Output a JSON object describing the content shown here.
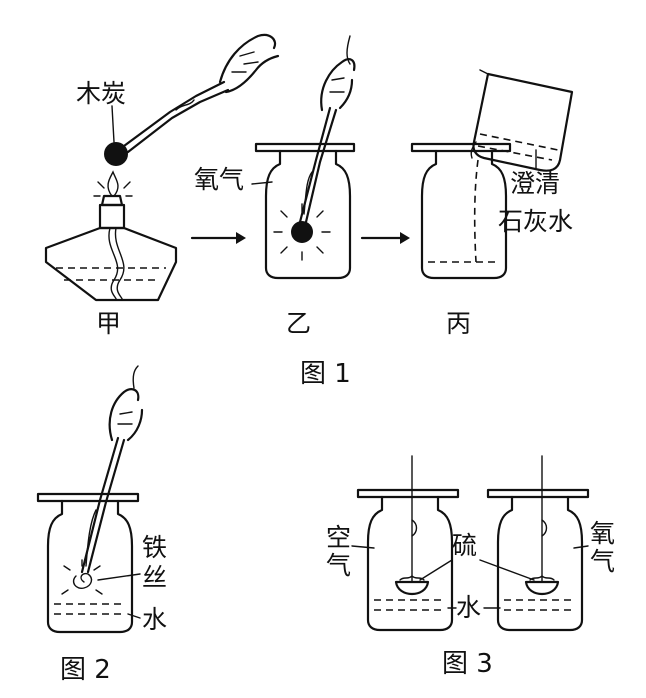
{
  "figure1": {
    "label_charcoal": "木炭",
    "label_oxygen": "氧气",
    "label_clear": "澄清",
    "label_limewater": "石灰水",
    "step_a": "甲",
    "step_b": "乙",
    "step_c": "丙",
    "caption": "图 1"
  },
  "figure2": {
    "label_iron_1": "铁",
    "label_iron_2": "丝",
    "label_water": "水",
    "caption": "图 2"
  },
  "figure3": {
    "label_air_1": "空",
    "label_air_2": "气",
    "label_sulfur": "硫",
    "label_water": "水",
    "label_oxygen_1": "氧",
    "label_oxygen_2": "气",
    "caption": "图 3"
  }
}
